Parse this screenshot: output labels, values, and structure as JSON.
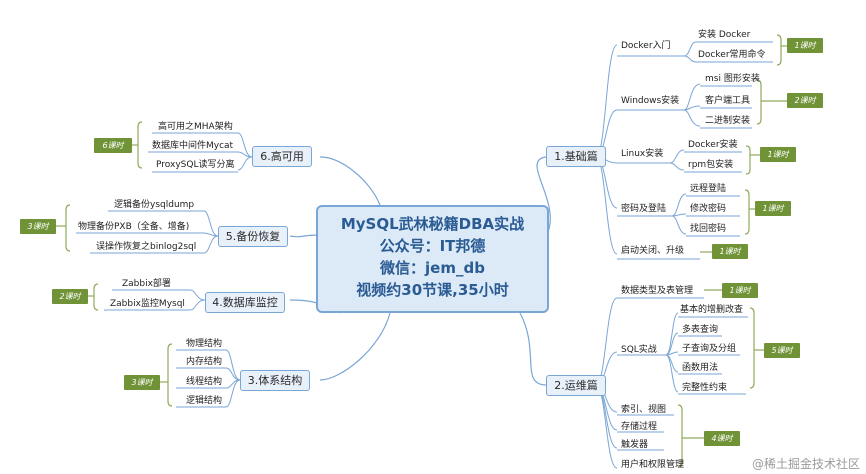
{
  "center": {
    "lines": [
      "MySQL武林秘籍DBA实战",
      "公众号：IT邦德",
      "微信：jem_db",
      "视频约30节课,35小时"
    ]
  },
  "topics": {
    "basics": "1.基础篇",
    "ops": "2.运维篇",
    "arch": "3.体系结构",
    "monitor": "4.数据库监控",
    "backup": "5.备份恢复",
    "ha": "6.高可用"
  },
  "basics": {
    "docker": {
      "label": "Docker入门",
      "items": [
        "安装 Docker",
        "Docker常用命令"
      ],
      "badge": "1课时"
    },
    "windows": {
      "label": "Windows安装",
      "items": [
        "msi 图形安装",
        "客户端工具",
        "二进制安装"
      ],
      "badge": "2课时"
    },
    "linux": {
      "label": "Linux安装",
      "items": [
        "Docker安装",
        "rpm包安装"
      ],
      "badge": "1课时"
    },
    "password": {
      "label": "密码及登陆",
      "items": [
        "远程登陆",
        "修改密码",
        "找回密码"
      ],
      "badge": "1课时"
    },
    "startup": {
      "label": "启动关闭、升级",
      "badge": "1课时"
    }
  },
  "ops": {
    "datatypes": {
      "label": "数据类型及表管理",
      "badge": "1课时"
    },
    "sql": {
      "label": "SQL实战",
      "items": [
        "基本的增删改查",
        "多表查询",
        "子查询及分组",
        "函数用法",
        "完整性约束"
      ],
      "badge": "5课时"
    },
    "others": {
      "items": [
        "索引、视图",
        "存储过程",
        "触发器",
        "用户和权限管理"
      ],
      "badge": "4课时"
    }
  },
  "arch": {
    "items": [
      "物理结构",
      "内存结构",
      "线程结构",
      "逻辑结构"
    ],
    "badge": "3课时"
  },
  "monitor": {
    "items": [
      "Zabbix部署",
      "Zabbix监控Mysql"
    ],
    "badge": "2课时"
  },
  "backup": {
    "items": [
      "逻辑备份ysqldump",
      "物理备份PXB（全备、增备)",
      "误操作恢复之binlog2sql"
    ],
    "badge": "3课时"
  },
  "ha": {
    "items": [
      "高可用之MHA架构",
      "数据库中间件Mycat",
      "ProxySQL读写分离"
    ],
    "badge": "6课时"
  },
  "watermark": "@稀土掘金技术社区",
  "colors": {
    "line": "#7aa6d6",
    "badge": "#6f9336",
    "center_bg": "#dce9f7",
    "center_text": "#2a5b93"
  }
}
